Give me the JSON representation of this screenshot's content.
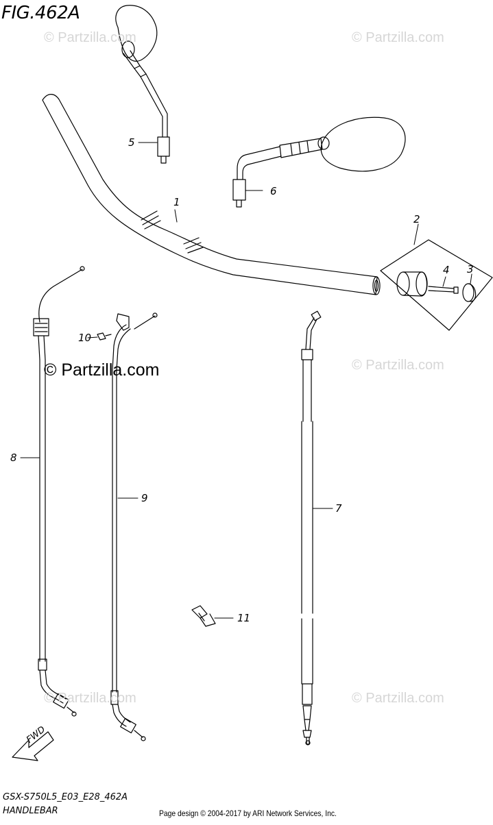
{
  "figure": {
    "title": "FIG.462A",
    "model_code": "GSX-S750L5_E03_E28_462A",
    "section_name": "HANDLEBAR",
    "credit": "Page design © 2004-2017 by ARI Network Services, Inc."
  },
  "watermarks": {
    "main": "© Partzilla.com",
    "faint": "© Partzilla.com"
  },
  "callouts": [
    "1",
    "2",
    "3",
    "4",
    "5",
    "6",
    "7",
    "8",
    "9",
    "10",
    "11"
  ],
  "fwd_label": "FWD"
}
